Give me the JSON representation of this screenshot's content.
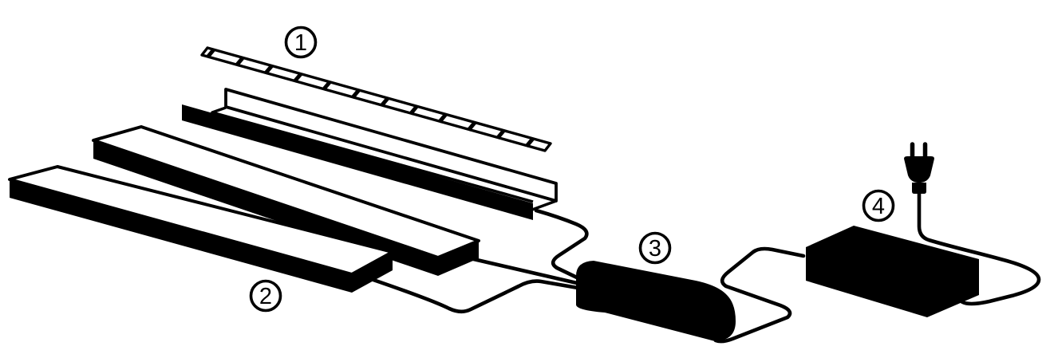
{
  "diagram": {
    "kind": "parts-diagram-line-art",
    "background_color": "#ffffff",
    "line_color": "#000000",
    "callouts": [
      {
        "number": "1",
        "part": "led-strip"
      },
      {
        "number": "2",
        "part": "flat-profile"
      },
      {
        "number": "3",
        "part": "controller-unit"
      },
      {
        "number": "4",
        "part": "power-supply"
      }
    ],
    "parts": [
      {
        "id": "led-strip",
        "icon": "segmented-strip-icon"
      },
      {
        "id": "mounting-channel",
        "icon": "u-channel-profile-icon"
      },
      {
        "id": "flat-profile-middle",
        "icon": "flat-bar-icon"
      },
      {
        "id": "flat-profile-bottom",
        "icon": "flat-bar-icon"
      },
      {
        "id": "controller-unit",
        "icon": "rounded-pod-icon"
      },
      {
        "id": "power-supply",
        "icon": "brick-psu-icon"
      },
      {
        "id": "mains-plug",
        "icon": "two-prong-plug-icon"
      }
    ]
  }
}
